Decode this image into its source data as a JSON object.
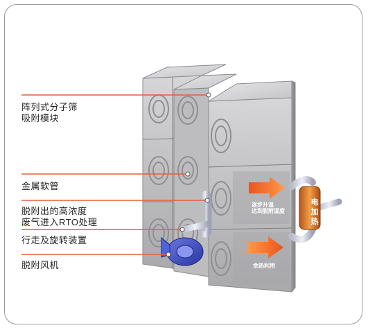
{
  "labels": {
    "array_module": "阵列式分子筛\n吸附模块",
    "metal_hose": "金属软管",
    "desorb_outlet": "脱附出的高浓度\n废气进入RTO处理",
    "travel_rotate": "行走及旋转装置",
    "desorb_fan": "脱附风机"
  },
  "heater": {
    "text": "电\n加\n热"
  },
  "arrows": {
    "upper_text": "逐步升温\n达到脱附温度",
    "lower_text": "余热利用"
  },
  "colors": {
    "leader_line": "#e0623a",
    "module_face": "#c9c9cb",
    "arrow": "#f07a3a",
    "heater": "#e07b2a",
    "fan": "#3f51c9"
  }
}
